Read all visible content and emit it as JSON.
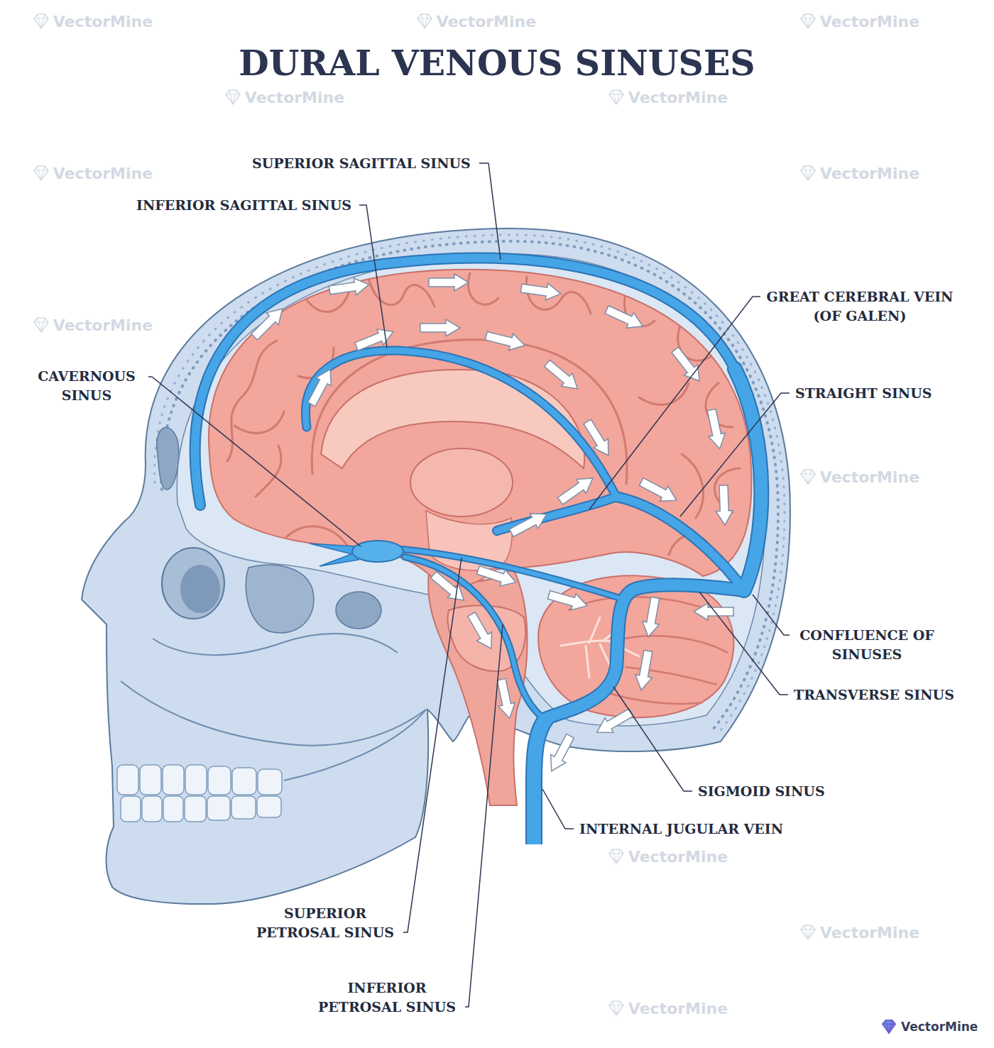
{
  "diagram": {
    "title": "DURAL VENOUS SINUSES",
    "labels": [
      "SUPERIOR SAGITTAL SINUS",
      "INFERIOR SAGITTAL SINUS",
      "CAVERNOUS SINUS",
      "GREAT CEREBRAL VEIN (OF GALEN)",
      "STRAIGHT SINUS",
      "CONFLUENCE OF SINUSES",
      "TRANSVERSE SINUS",
      "SIGMOID SINUS",
      "INTERNAL JUGULAR VEIN",
      "SUPERIOR PETROSAL SINUS",
      "INFERIOR PETROSAL SINUS",
      "VectorMine",
      "VectorMine",
      "VectorMine",
      "VectorMine",
      "VectorMine",
      "VectorMine",
      "VectorMine",
      "VectorMine",
      "VectorMine",
      "VectorMine",
      "VectorMine",
      "VectorMine",
      "VectorMine"
    ]
  }
}
